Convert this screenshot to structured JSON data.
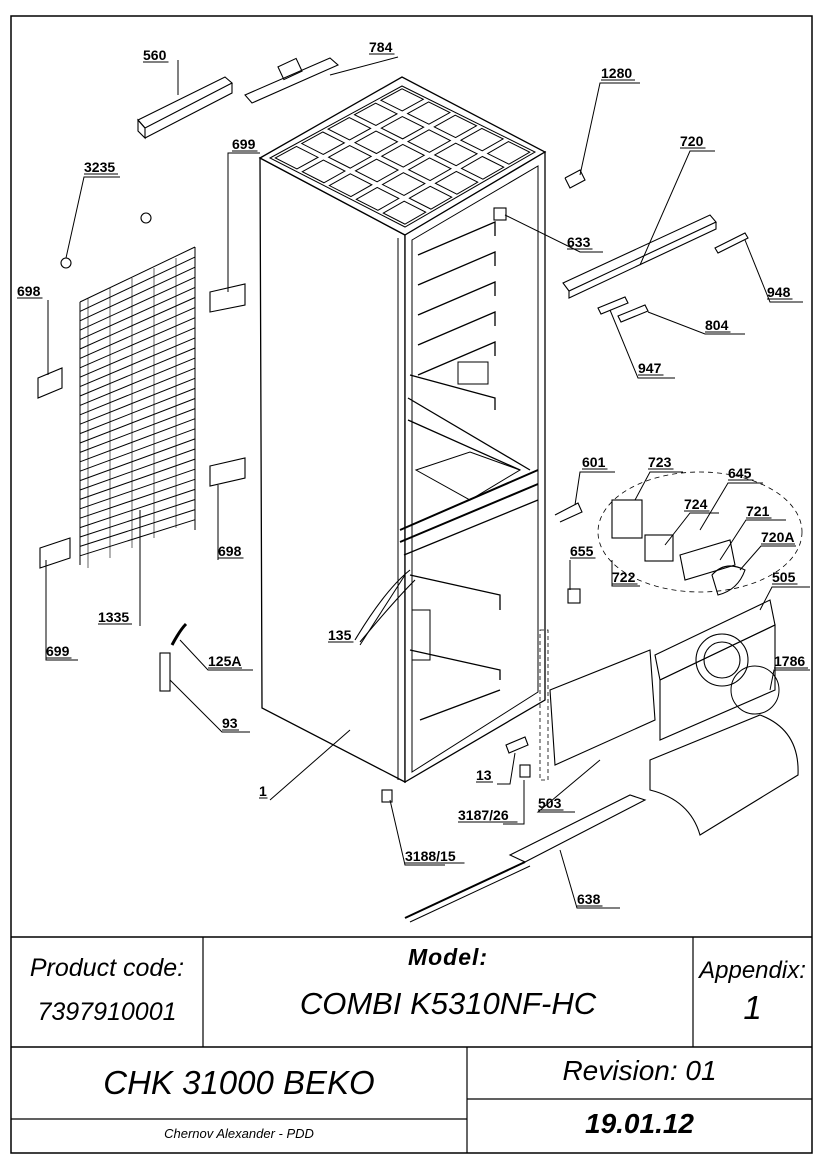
{
  "title_block": {
    "product_code_label": "Product code:",
    "product_code": "7397910001",
    "model_label": "Model:",
    "model": "COMBI K5310NF-HC",
    "appendix_label": "Appendix:",
    "appendix": "1",
    "chassis": "CHK 31000 BEKO",
    "revision": "Revision: 01",
    "author": "Chernov Alexander - PDD",
    "date": "19.01.12"
  },
  "part_labels": [
    "560",
    "784",
    "1280",
    "699",
    "720",
    "3235",
    "633",
    "698",
    "948",
    "804",
    "947",
    "601",
    "723",
    "645",
    "724",
    "721",
    "720A",
    "655",
    "722",
    "698",
    "505",
    "1786",
    "135",
    "125A",
    "1335",
    "699",
    "93",
    "13",
    "1",
    "503",
    "3187/26",
    "3188/15",
    "638"
  ]
}
